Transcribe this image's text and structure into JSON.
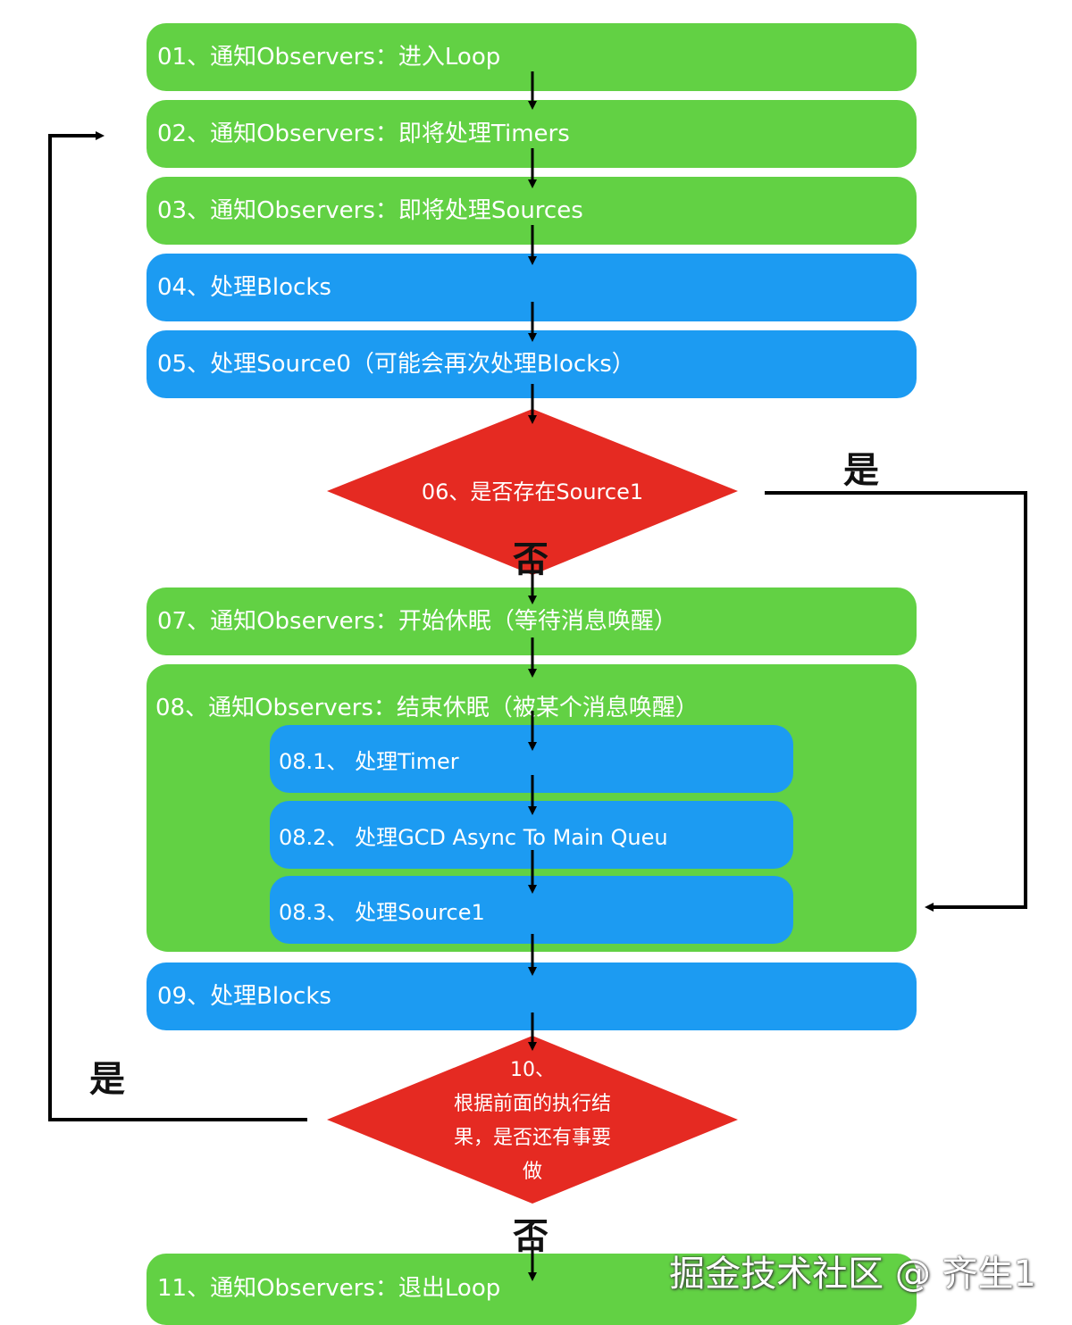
{
  "steps": {
    "s01": "01、通知Observers：进入Loop",
    "s02": "02、通知Observers：即将处理Timers",
    "s03": "03、通知Observers：即将处理Sources",
    "s04": "04、处理Blocks",
    "s05": "05、处理Source0（可能会再次处理Blocks）",
    "s06": "06、是否存在Source1",
    "s07": "07、通知Observers：开始休眠（等待消息唤醒）",
    "s08": "08、通知Observers：结束休眠（被某个消息唤醒）",
    "s08_1": "08.1、 处理Timer",
    "s08_2": "08.2、 处理GCD Async To Main Queu",
    "s08_3": "08.3、 处理Source1",
    "s09": "09、处理Blocks",
    "s10_line1": "10、",
    "s10_line2": "根据前面的执行结",
    "s10_line3": "果，是否还有事要",
    "s10_line4": "做",
    "s11": "11、通知Observers：退出Loop"
  },
  "labels": {
    "yes_right": "是",
    "no_06": "否",
    "yes_left": "是",
    "no_10": "否"
  },
  "watermark": "掘金技术社区 @ 齐生1",
  "colors": {
    "green": "#62d144",
    "blue": "#1c9bf2",
    "red": "#e52a22",
    "arrow": "#000000"
  }
}
